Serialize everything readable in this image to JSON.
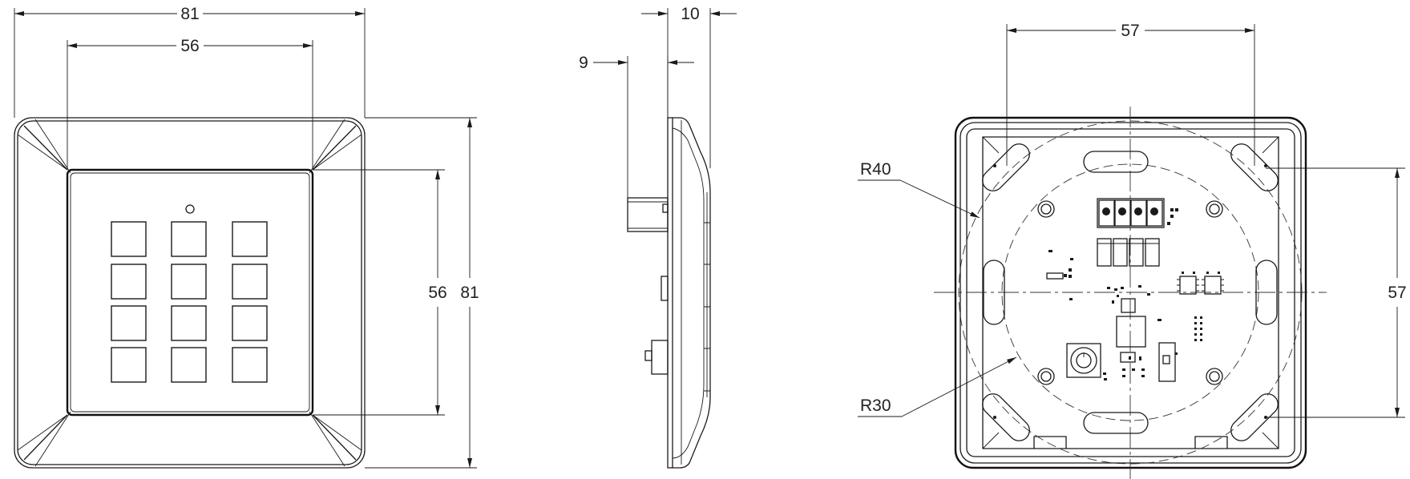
{
  "front_view": {
    "outer_width": "81",
    "keypad_width": "56",
    "keypad_height": "56",
    "outer_height": "81"
  },
  "side_view": {
    "depth_total": "10",
    "depth_back": "9"
  },
  "back_view": {
    "hole_spacing_h": "57",
    "hole_spacing_v": "57",
    "radius_outer": "R40",
    "radius_inner": "R30"
  }
}
